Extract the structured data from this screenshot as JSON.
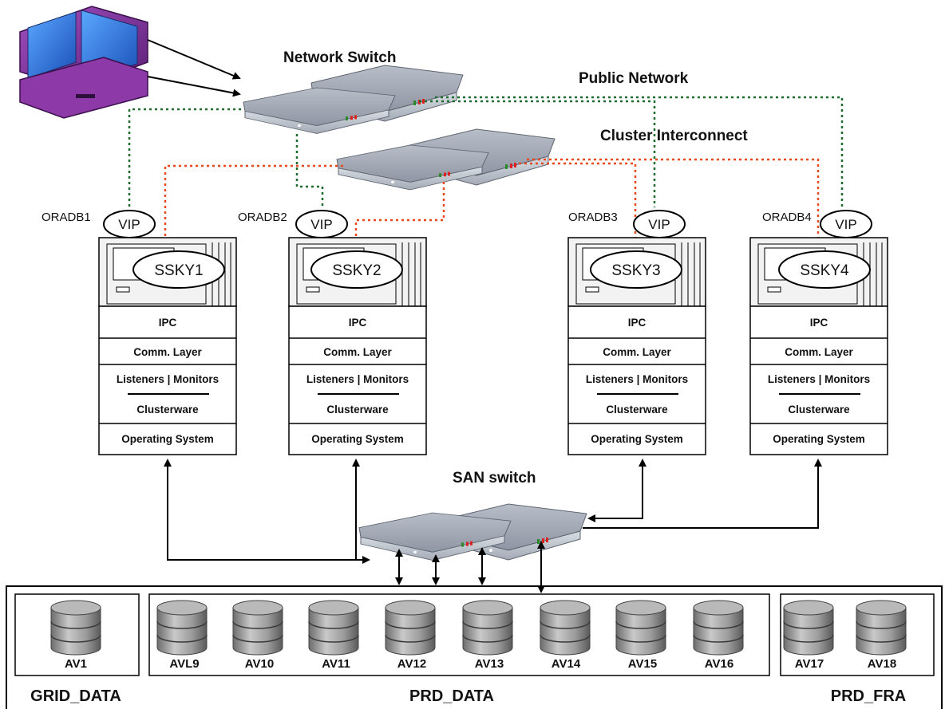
{
  "labels": {
    "network_switch": "Network Switch",
    "public_network": "Public Network",
    "cluster_interconnect": "Cluster Interconnect",
    "san_switch": "SAN switch"
  },
  "nodes": [
    {
      "db": "ORADB1",
      "vip": "VIP",
      "host": "SSKY1",
      "layers": [
        "IPC",
        "Comm. Layer",
        "Listeners | Monitors",
        "Clusterware",
        "Operating System"
      ]
    },
    {
      "db": "ORADB2",
      "vip": "VIP",
      "host": "SSKY2",
      "layers": [
        "IPC",
        "Comm. Layer",
        "Listeners | Monitors",
        "Clusterware",
        "Operating System"
      ]
    },
    {
      "db": "ORADB3",
      "vip": "VIP",
      "host": "SSKY3",
      "layers": [
        "IPC",
        "Comm. Layer",
        "Listeners | Monitors",
        "Clusterware",
        "Operating System"
      ]
    },
    {
      "db": "ORADB4",
      "vip": "VIP",
      "host": "SSKY4",
      "layers": [
        "IPC",
        "Comm. Layer",
        "Listeners | Monitors",
        "Clusterware",
        "Operating System"
      ]
    }
  ],
  "storage_groups": [
    {
      "name": "GRID_DATA",
      "disks": [
        "AV1"
      ]
    },
    {
      "name": "PRD_DATA",
      "disks": [
        "AVL9",
        "AV10",
        "AV11",
        "AV12",
        "AV13",
        "AV14",
        "AV15",
        "AV16"
      ]
    },
    {
      "name": "PRD_FRA",
      "disks": [
        "AV17",
        "AV18"
      ]
    }
  ],
  "colors": {
    "public_network": "#1e6b2e",
    "interconnect": "#e8481c",
    "switch_body": "#9aa1ad",
    "disk": "#8a8a8a"
  }
}
